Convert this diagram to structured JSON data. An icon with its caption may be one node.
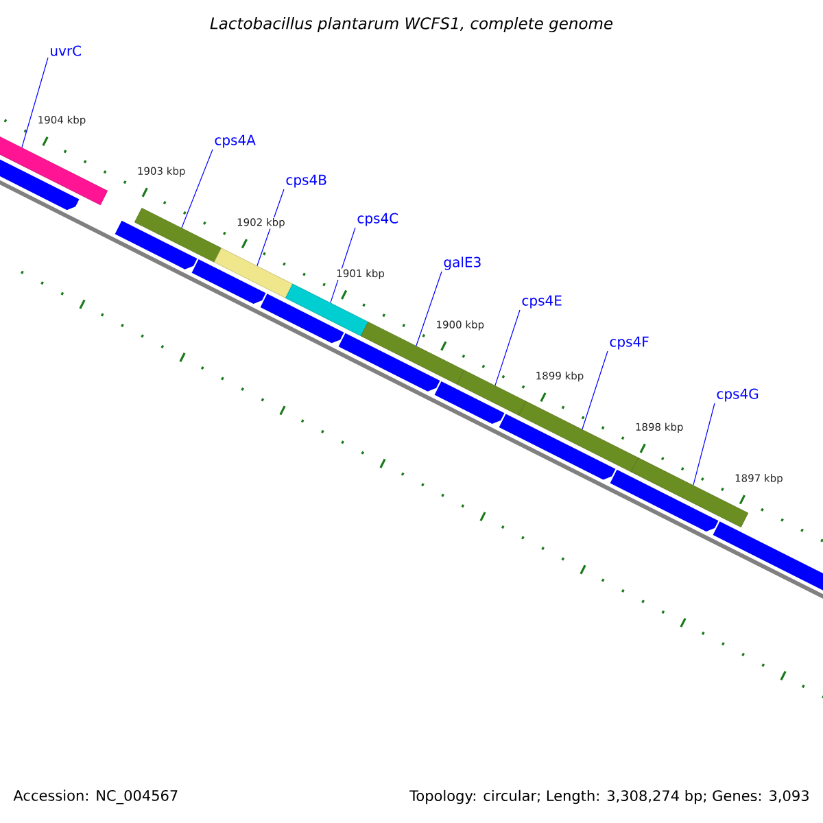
{
  "diagram": {
    "title": "Lactobacillus plantarum WCFS1, complete genome",
    "nodes": [
      {
        "text": [
          "uvrC"
        ]
      },
      {
        "text": [],
        "shape": "bar"
      },
      {
        "text": [
          "cps4A"
        ]
      },
      {
        "text": [],
        "shape": "bar"
      },
      {
        "text": [
          "cps4B"
        ]
      },
      {
        "text": [],
        "shape": "bar"
      },
      {
        "text": [
          "cps4C"
        ]
      },
      {
        "text": [],
        "shape": "bar"
      },
      {
        "text": [
          "galE3"
        ]
      },
      {
        "text": [],
        "shape": "bar"
      },
      {
        "text": [
          "cps4E"
        ]
      },
      {
        "text": [],
        "shape": "bar"
      },
      {
        "text": [
          "cps4F"
        ]
      },
      {
        "text": [],
        "shape": "bar"
      },
      {
        "text": [
          "cps4G"
        ]
      },
      {
        "text": [],
        "shape": "bar"
      }
    ],
    "edges": [
      {
        "from": 0,
        "to": 1,
        "arrow": "none"
      },
      {
        "from": 2,
        "to": 3,
        "arrow": "none"
      },
      {
        "from": 4,
        "to": 5,
        "arrow": "none"
      },
      {
        "from": 6,
        "to": 7,
        "arrow": "none"
      },
      {
        "from": 8,
        "to": 9,
        "arrow": "none"
      },
      {
        "from": 10,
        "to": 11,
        "arrow": "none"
      },
      {
        "from": 12,
        "to": 13,
        "arrow": "none"
      },
      {
        "from": 14,
        "to": 15,
        "arrow": "none"
      }
    ],
    "labels": [
      "1904 kbp",
      "1903 kbp",
      "1902 kbp",
      "1901 kbp",
      "1900 kbp",
      "1899 kbp",
      "1898 kbp",
      "1897 kbp",
      "Accession: NC_004567",
      "Topology: circular; Length: 3,308,274 bp; Genes: 3,093"
    ]
  }
}
